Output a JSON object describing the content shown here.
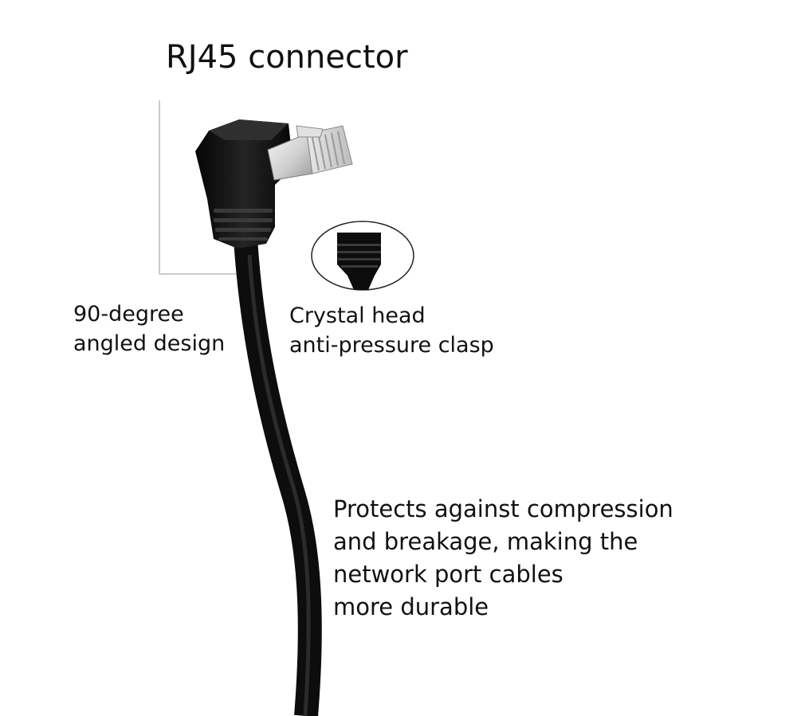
{
  "title": "RJ45 connector",
  "callouts": {
    "angled_design": {
      "line1": "90-degree",
      "line2": "angled design"
    },
    "clasp": {
      "line1": "Crystal head",
      "line2": "anti-pressure clasp"
    },
    "protection": {
      "line1": "Protects against compression",
      "line2": "and breakage, making the",
      "line3": "network port cables",
      "line4": "more durable"
    }
  },
  "colors": {
    "background": "#ffffff",
    "text": "#111111",
    "cable": "#0d0d0d",
    "plug_metal": "#d9d9d9",
    "bracket_line": "#9a9a9a"
  }
}
